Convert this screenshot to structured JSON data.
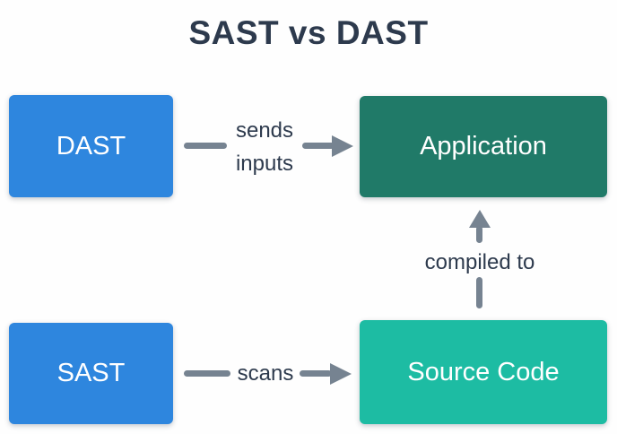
{
  "title": "SAST vs DAST",
  "colors": {
    "background": "#fefefe",
    "title_text": "#2d3a4d",
    "label_text": "#2d3a4d",
    "box_text": "#ffffff",
    "arrow": "#768391",
    "dast_box": "#2e86de",
    "sast_box": "#2e86de",
    "application_box": "#207a68",
    "source_code_box": "#1dbca3"
  },
  "nodes": {
    "dast": {
      "label": "DAST"
    },
    "application": {
      "label": "Application"
    },
    "sast": {
      "label": "SAST"
    },
    "source_code": {
      "label": "Source Code"
    }
  },
  "edges": {
    "dast_to_application": {
      "label_line1": "sends",
      "label_line2": "inputs"
    },
    "sast_to_source_code": {
      "label": "scans"
    },
    "source_code_to_application": {
      "label": "compiled to"
    }
  }
}
